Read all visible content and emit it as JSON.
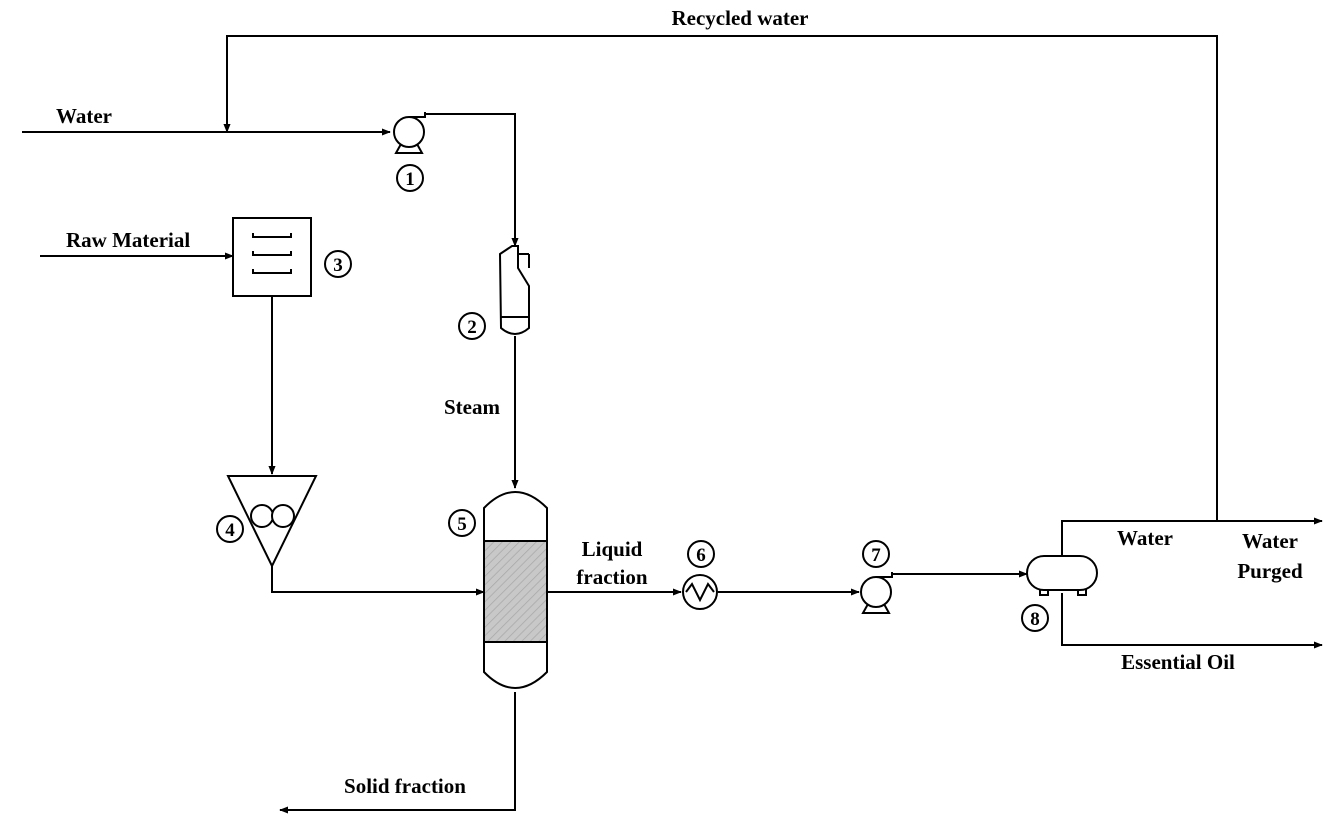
{
  "colors": {
    "line": "#000000",
    "packing": "#c8c8c8",
    "background": "#ffffff"
  },
  "streams": {
    "recycled_water": "Recycled water",
    "water_in": "Water",
    "raw_material": "Raw Material",
    "steam": "Steam",
    "liquid_fraction_1": "Liquid",
    "liquid_fraction_2": "fraction",
    "water_out": "Water",
    "water_purged_1": "Water",
    "water_purged_2": "Purged",
    "essential_oil": "Essential Oil",
    "solid_fraction": "Solid fraction"
  },
  "equipment": {
    "pump_1": "1",
    "boiler_2": "2",
    "hopper_3": "3",
    "mill_4": "4",
    "column_5": "5",
    "exchanger_6": "6",
    "pump_7": "7",
    "separator_8": "8"
  }
}
